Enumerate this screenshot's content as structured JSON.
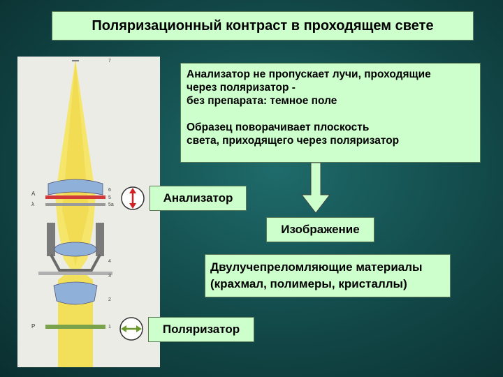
{
  "title": "Поляризационный контраст в проходящем свете",
  "info": {
    "line1": "Анализатор не пропускает лучи, проходящие",
    "line2": "через поляризатор -",
    "line3": "без препарата: темное поле",
    "line4": "Образец поворачивает плоскость",
    "line5": "света, приходящего через поляризатор"
  },
  "labels": {
    "analyzer": "Анализатор",
    "image": "Изображение",
    "birefringent_line1": "Двулучепреломляющие материалы",
    "birefringent_line2": "(крахмал, полимеры, кристаллы)",
    "polarizer": "Поляризатор"
  },
  "diagram_letters": {
    "top": "7",
    "A": "A",
    "lambda": "λ",
    "n6": "6",
    "n5": "5",
    "n5a": "5a",
    "n4": "4",
    "n3": "3",
    "n2": "2",
    "P": "P",
    "n1": "1"
  },
  "colors": {
    "background": "#124848",
    "box_fill": "#ccffcc",
    "beam": "#f3e05a",
    "arrow_red": "#d42020"
  }
}
